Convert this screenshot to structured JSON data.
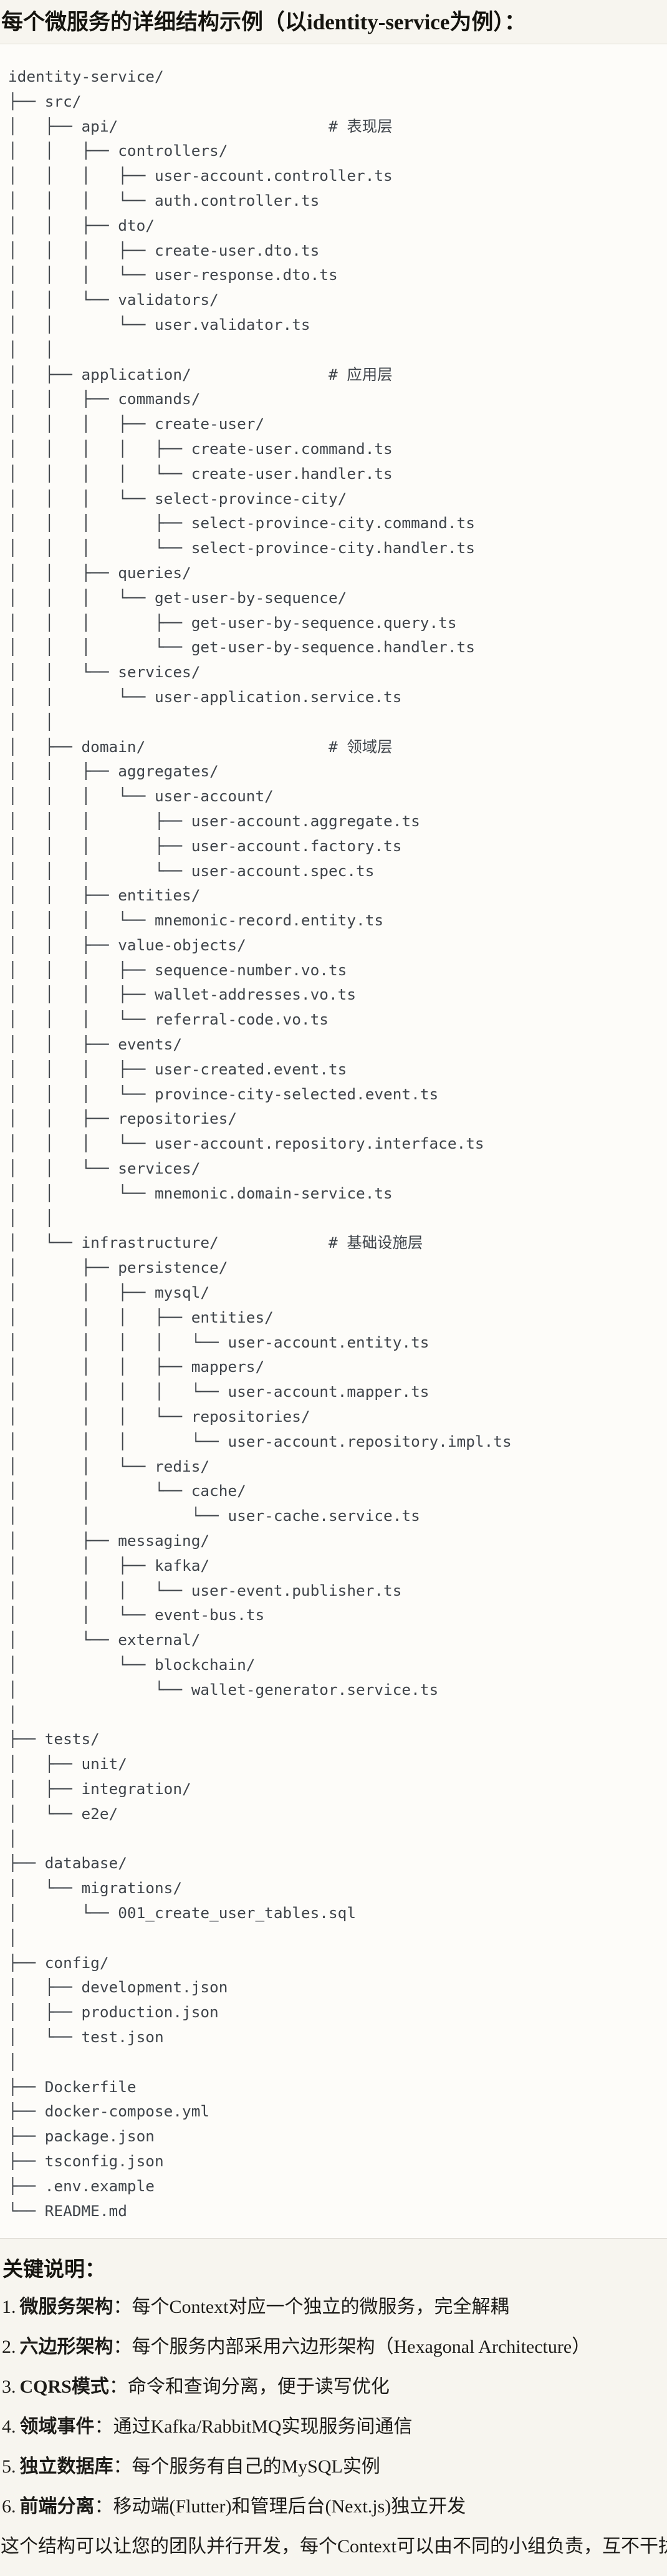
{
  "title": "每个微服务的详细结构示例（以identity-service为例）：",
  "code_block": {
    "language": "plaintext",
    "tree_lines": [
      "identity-service/",
      "├── src/",
      "│   ├── api/                       # 表现层",
      "│   │   ├── controllers/",
      "│   │   │   ├── user-account.controller.ts",
      "│   │   │   └── auth.controller.ts",
      "│   │   ├── dto/",
      "│   │   │   ├── create-user.dto.ts",
      "│   │   │   └── user-response.dto.ts",
      "│   │   └── validators/",
      "│   │       └── user.validator.ts",
      "│   │",
      "│   ├── application/               # 应用层",
      "│   │   ├── commands/",
      "│   │   │   ├── create-user/",
      "│   │   │   │   ├── create-user.command.ts",
      "│   │   │   │   └── create-user.handler.ts",
      "│   │   │   └── select-province-city/",
      "│   │   │       ├── select-province-city.command.ts",
      "│   │   │       └── select-province-city.handler.ts",
      "│   │   ├── queries/",
      "│   │   │   └── get-user-by-sequence/",
      "│   │   │       ├── get-user-by-sequence.query.ts",
      "│   │   │       └── get-user-by-sequence.handler.ts",
      "│   │   └── services/",
      "│   │       └── user-application.service.ts",
      "│   │",
      "│   ├── domain/                    # 领域层",
      "│   │   ├── aggregates/",
      "│   │   │   └── user-account/",
      "│   │   │       ├── user-account.aggregate.ts",
      "│   │   │       ├── user-account.factory.ts",
      "│   │   │       └── user-account.spec.ts",
      "│   │   ├── entities/",
      "│   │   │   └── mnemonic-record.entity.ts",
      "│   │   ├── value-objects/",
      "│   │   │   ├── sequence-number.vo.ts",
      "│   │   │   ├── wallet-addresses.vo.ts",
      "│   │   │   └── referral-code.vo.ts",
      "│   │   ├── events/",
      "│   │   │   ├── user-created.event.ts",
      "│   │   │   └── province-city-selected.event.ts",
      "│   │   ├── repositories/",
      "│   │   │   └── user-account.repository.interface.ts",
      "│   │   └── services/",
      "│   │       └── mnemonic.domain-service.ts",
      "│   │",
      "│   └── infrastructure/            # 基础设施层",
      "│       ├── persistence/",
      "│       │   ├── mysql/",
      "│       │   │   ├── entities/",
      "│       │   │   │   └── user-account.entity.ts",
      "│       │   │   ├── mappers/",
      "│       │   │   │   └── user-account.mapper.ts",
      "│       │   │   └── repositories/",
      "│       │   │       └── user-account.repository.impl.ts",
      "│       │   └── redis/",
      "│       │       └── cache/",
      "│       │           └── user-cache.service.ts",
      "│       ├── messaging/",
      "│       │   ├── kafka/",
      "│       │   │   └── user-event.publisher.ts",
      "│       │   └── event-bus.ts",
      "│       └── external/",
      "│           └── blockchain/",
      "│               └── wallet-generator.service.ts",
      "│",
      "├── tests/",
      "│   ├── unit/",
      "│   ├── integration/",
      "│   └── e2e/",
      "│",
      "├── database/",
      "│   └── migrations/",
      "│       └── 001_create_user_tables.sql",
      "│",
      "├── config/",
      "│   ├── development.json",
      "│   ├── production.json",
      "│   └── test.json",
      "│",
      "├── Dockerfile",
      "├── docker-compose.yml",
      "├── package.json",
      "├── tsconfig.json",
      "├── .env.example",
      "└── README.md"
    ]
  },
  "notes": {
    "heading": "关键说明：",
    "items": [
      {
        "num": "1.",
        "label": "微服务架构",
        "sep": "：",
        "text": "每个Context对应一个独立的微服务，完全解耦"
      },
      {
        "num": "2.",
        "label": "六边形架构",
        "sep": "：",
        "text": "每个服务内部采用六边形架构（Hexagonal Architecture）"
      },
      {
        "num": "3.",
        "label": "CQRS模式",
        "sep": "：",
        "text": "命令和查询分离，便于读写优化"
      },
      {
        "num": "4.",
        "label": "领域事件",
        "sep": "：",
        "text": "通过Kafka/RabbitMQ实现服务间通信"
      },
      {
        "num": "5.",
        "label": "独立数据库",
        "sep": "：",
        "text": "每个服务有自己的MySQL实例"
      },
      {
        "num": "6.",
        "label": "前端分离",
        "sep": "：",
        "text": "移动端(Flutter)和管理后台(Next.js)独立开发"
      }
    ]
  },
  "closing": "这个结构可以让您的团队并行开发，每个Context可以由不同的小组负责，互不干扰。",
  "colors": {
    "page_background": "#f7f5ef",
    "code_background": "#fdfcf9",
    "code_border": "#dedbd3",
    "code_text": "#3f444a",
    "body_text": "#1c1b18"
  },
  "layer_comments": [
    "# 表现层",
    "# 应用层",
    "# 领域层",
    "# 基础设施层"
  ]
}
